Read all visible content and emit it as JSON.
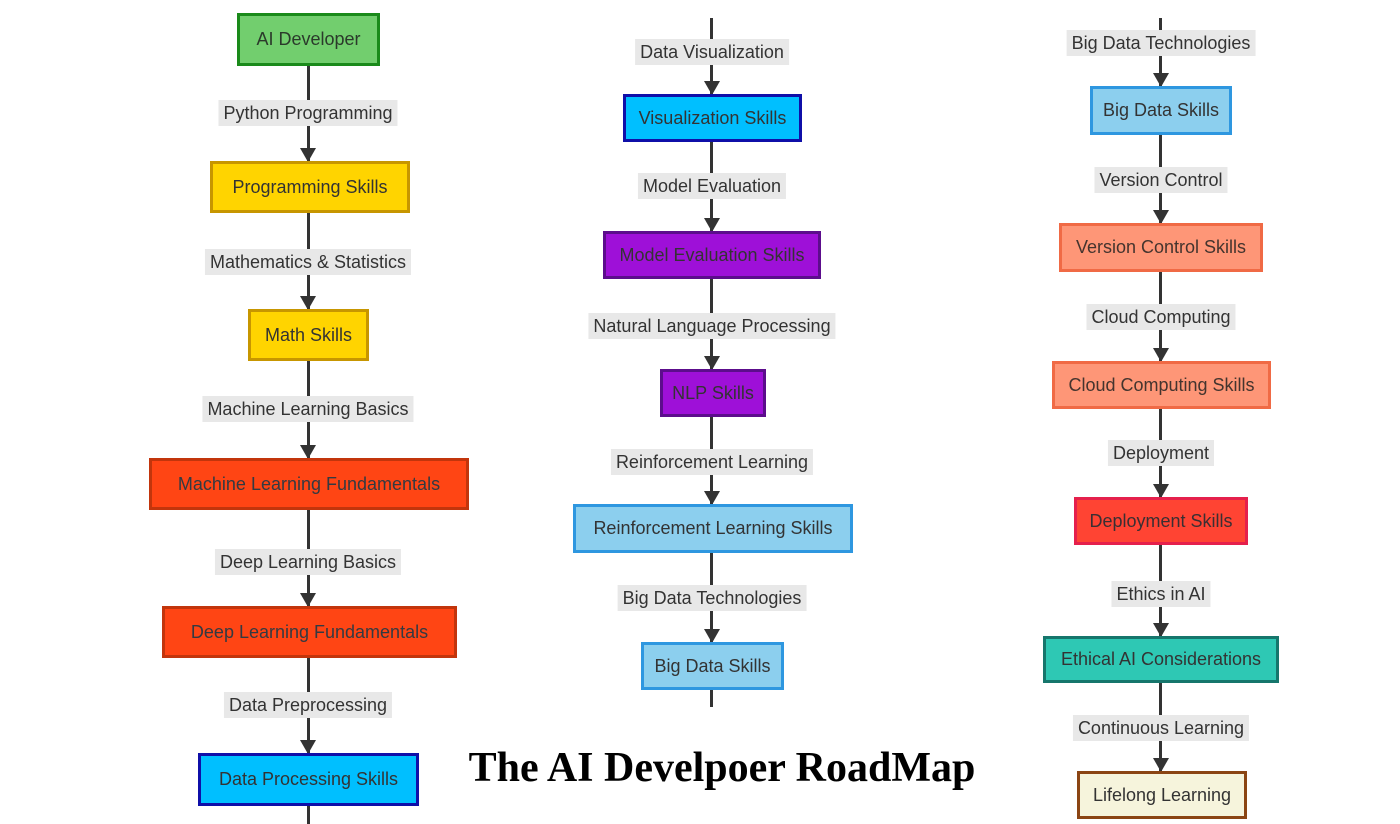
{
  "title": {
    "text": "The AI Develpoer RoadMap"
  },
  "edge_style": {
    "line_color": "#333333",
    "label_bg": "#e8e8e8",
    "label_text": "#333333"
  },
  "icons": {
    "arrowhead": "triangle-down"
  },
  "palette": {
    "green": {
      "fill": "#72ce6e",
      "stroke": "#1a8a1a",
      "text": "#2b3a2b"
    },
    "gold": {
      "fill": "#ffd400",
      "stroke": "#c79600",
      "text": "#333333"
    },
    "orangered": {
      "fill": "#ff4514",
      "stroke": "#c2350c",
      "text": "#333a42"
    },
    "deepsky": {
      "fill": "#00bfff",
      "stroke": "#0f0fa8",
      "text": "#333333"
    },
    "purple": {
      "fill": "#9e10d8",
      "stroke": "#5c0d8c",
      "text": "#333333"
    },
    "skyblue": {
      "fill": "#8ccfee",
      "stroke": "#2e97e0",
      "text": "#333333"
    },
    "salmon": {
      "fill": "#fe9677",
      "stroke": "#f06a45",
      "text": "#44342e"
    },
    "red": {
      "fill": "#ff4433",
      "stroke": "#e5204c",
      "text": "#3a2f33"
    },
    "teal": {
      "fill": "#2ec8b4",
      "stroke": "#16766c",
      "text": "#333333"
    },
    "beige": {
      "fill": "#f6f4dc",
      "stroke": "#8b4513",
      "text": "#333333"
    }
  },
  "columns": [
    {
      "name": "column-1",
      "nodes": [
        {
          "label": "AI Developer",
          "color": "green"
        },
        {
          "label": "Programming Skills",
          "color": "gold"
        },
        {
          "label": "Math Skills",
          "color": "gold"
        },
        {
          "label": "Machine Learning Fundamentals",
          "color": "orangered"
        },
        {
          "label": "Deep Learning Fundamentals",
          "color": "orangered"
        },
        {
          "label": "Data Processing Skills",
          "color": "deepsky"
        }
      ],
      "edges": [
        {
          "label": "Python Programming"
        },
        {
          "label": "Mathematics & Statistics"
        },
        {
          "label": "Machine Learning Basics"
        },
        {
          "label": "Deep Learning Basics"
        },
        {
          "label": "Data Preprocessing"
        }
      ]
    },
    {
      "name": "column-2",
      "nodes": [
        {
          "label": "Visualization Skills",
          "color": "deepsky"
        },
        {
          "label": "Model Evaluation Skills",
          "color": "purple"
        },
        {
          "label": "NLP Skills",
          "color": "purple"
        },
        {
          "label": "Reinforcement Learning Skills",
          "color": "skyblue"
        },
        {
          "label": "Big Data Skills",
          "color": "skyblue"
        }
      ],
      "edges": [
        {
          "label": "Data Visualization"
        },
        {
          "label": "Model Evaluation"
        },
        {
          "label": "Natural Language Processing"
        },
        {
          "label": "Reinforcement Learning"
        },
        {
          "label": "Big Data Technologies"
        }
      ]
    },
    {
      "name": "column-3",
      "nodes": [
        {
          "label": "Big Data Skills",
          "color": "skyblue"
        },
        {
          "label": "Version Control Skills",
          "color": "salmon"
        },
        {
          "label": "Cloud Computing Skills",
          "color": "salmon"
        },
        {
          "label": "Deployment Skills",
          "color": "red"
        },
        {
          "label": "Ethical AI Considerations",
          "color": "teal"
        },
        {
          "label": "Lifelong Learning",
          "color": "beige"
        }
      ],
      "edges": [
        {
          "label": "Big Data Technologies"
        },
        {
          "label": "Version Control"
        },
        {
          "label": "Cloud Computing"
        },
        {
          "label": "Deployment"
        },
        {
          "label": "Ethics in AI"
        },
        {
          "label": "Continuous Learning"
        }
      ]
    }
  ]
}
